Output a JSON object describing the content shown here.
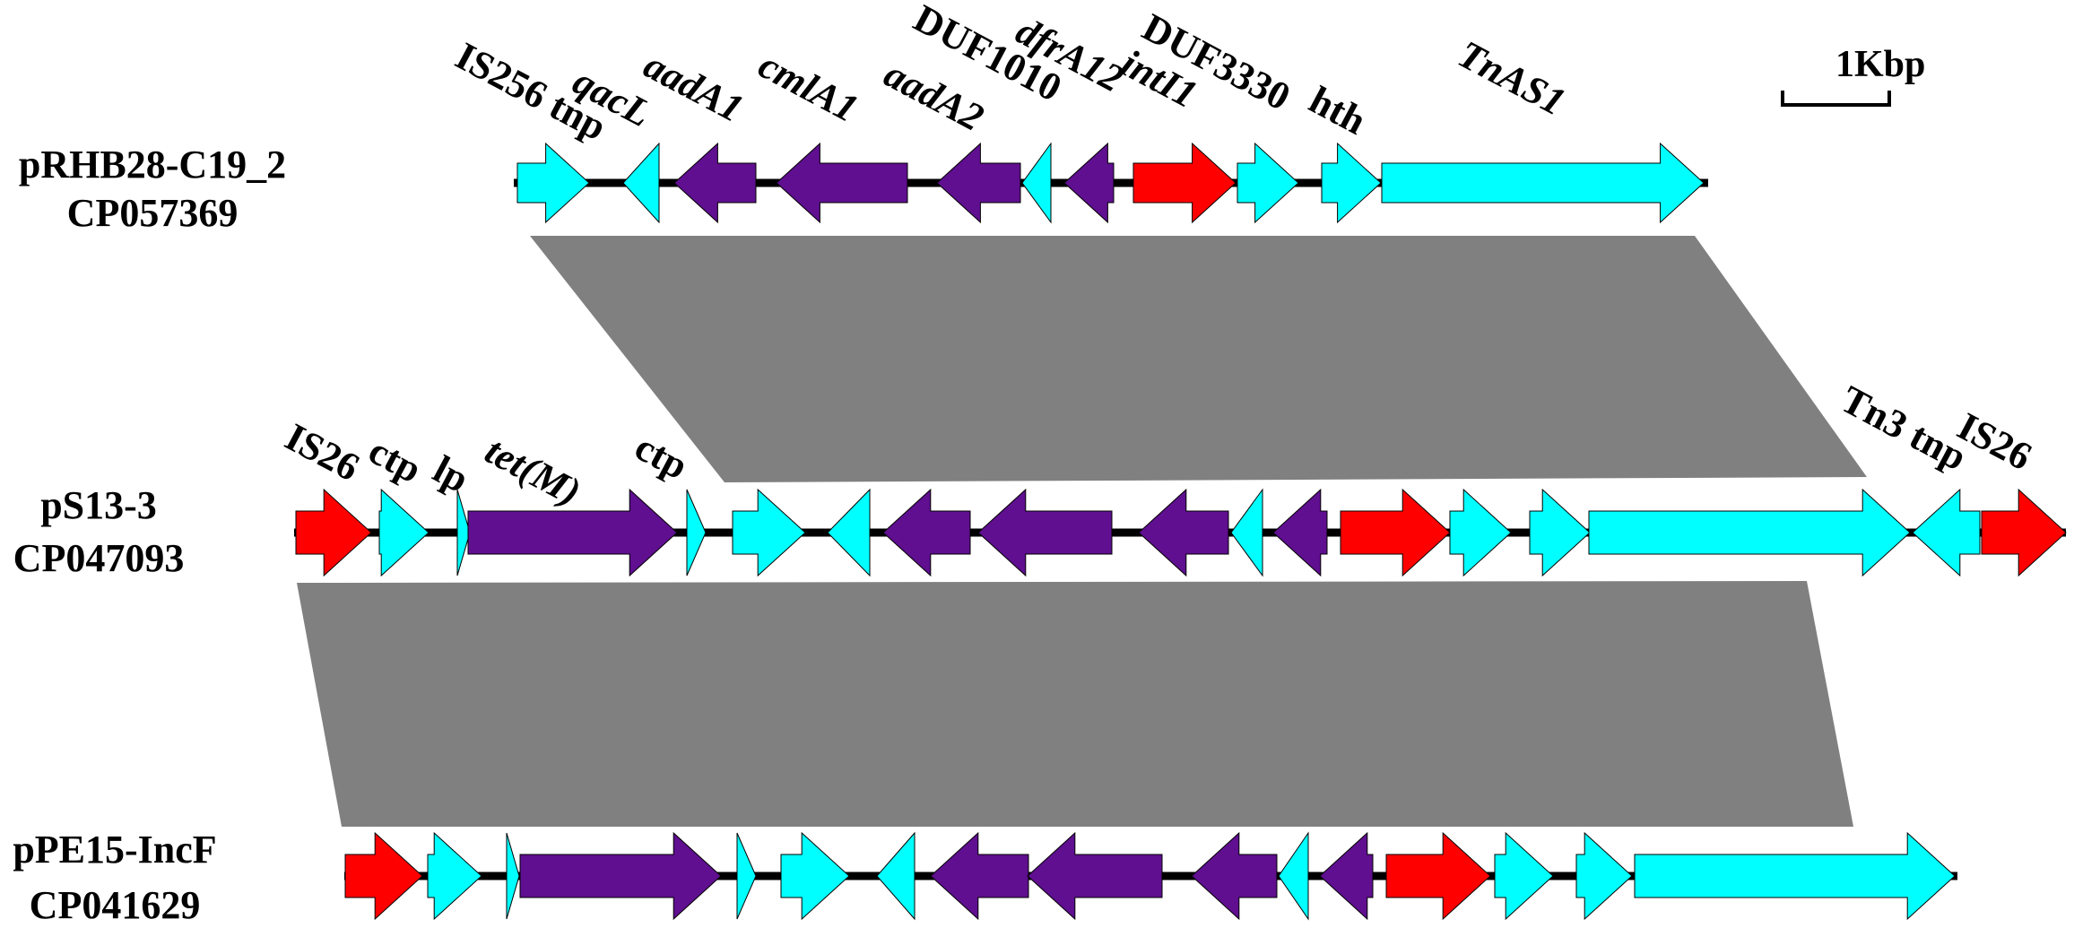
{
  "colors": {
    "mobile_element": "#00FFFF",
    "resistance_gene": "#5F0F8F",
    "integrase_is": "#FF0000",
    "homology_block": "#808080",
    "backbone": "#000000"
  },
  "scale_bar": {
    "label": "1Kbp"
  },
  "tracks": [
    {
      "name": "pRHB28-C19_2",
      "accession": "CP057369",
      "genes": [
        {
          "label": "IS256 tnp",
          "italic": false,
          "color": "mobile_element",
          "dir": "right"
        },
        {
          "label": "qacL",
          "italic": true,
          "color": "mobile_element",
          "dir": "left"
        },
        {
          "label": "aadA1",
          "italic": true,
          "color": "resistance_gene",
          "dir": "left"
        },
        {
          "label": "cmlA1",
          "italic": true,
          "color": "resistance_gene",
          "dir": "left"
        },
        {
          "label": "aadA2",
          "italic": true,
          "color": "resistance_gene",
          "dir": "left"
        },
        {
          "label": "DUF1010",
          "italic": false,
          "color": "mobile_element",
          "dir": "left"
        },
        {
          "label": "dfrA12",
          "italic": true,
          "color": "resistance_gene",
          "dir": "left"
        },
        {
          "label": "intI1",
          "italic": true,
          "color": "integrase_is",
          "dir": "right"
        },
        {
          "label": "DUF3330",
          "italic": false,
          "color": "mobile_element",
          "dir": "right"
        },
        {
          "label": "hth",
          "italic": false,
          "color": "mobile_element",
          "dir": "right"
        },
        {
          "label": "TnAS1",
          "italic": true,
          "color": "mobile_element",
          "dir": "right"
        }
      ]
    },
    {
      "name": "pS13-3",
      "accession": "CP047093",
      "genes": [
        {
          "label": "IS26",
          "italic": false,
          "color": "integrase_is",
          "dir": "right"
        },
        {
          "label": "ctp",
          "italic": false,
          "color": "mobile_element",
          "dir": "right"
        },
        {
          "label": "lp",
          "italic": false,
          "color": "mobile_element",
          "dir": "right"
        },
        {
          "label": "tet(M)",
          "italic": true,
          "color": "resistance_gene",
          "dir": "right"
        },
        {
          "label": "ctp",
          "italic": false,
          "color": "mobile_element",
          "dir": "right"
        },
        {
          "label": "",
          "color": "mobile_element",
          "dir": "right"
        },
        {
          "label": "",
          "color": "mobile_element",
          "dir": "left"
        },
        {
          "label": "",
          "color": "resistance_gene",
          "dir": "left"
        },
        {
          "label": "",
          "color": "resistance_gene",
          "dir": "left"
        },
        {
          "label": "",
          "color": "resistance_gene",
          "dir": "left"
        },
        {
          "label": "",
          "color": "mobile_element",
          "dir": "left"
        },
        {
          "label": "",
          "color": "resistance_gene",
          "dir": "left"
        },
        {
          "label": "",
          "color": "integrase_is",
          "dir": "right"
        },
        {
          "label": "",
          "color": "mobile_element",
          "dir": "right"
        },
        {
          "label": "",
          "color": "mobile_element",
          "dir": "right"
        },
        {
          "label": "",
          "color": "mobile_element",
          "dir": "right"
        },
        {
          "label": "Tn3 tnp",
          "italic": false,
          "color": "mobile_element",
          "dir": "left"
        },
        {
          "label": "IS26",
          "italic": false,
          "color": "integrase_is",
          "dir": "right"
        }
      ]
    },
    {
      "name": "pPE15-IncF",
      "accession": "CP041629",
      "genes": [
        {
          "label": "",
          "color": "integrase_is",
          "dir": "right"
        },
        {
          "label": "",
          "color": "mobile_element",
          "dir": "right"
        },
        {
          "label": "",
          "color": "mobile_element",
          "dir": "right"
        },
        {
          "label": "",
          "color": "resistance_gene",
          "dir": "right"
        },
        {
          "label": "",
          "color": "mobile_element",
          "dir": "right"
        },
        {
          "label": "",
          "color": "mobile_element",
          "dir": "right"
        },
        {
          "label": "",
          "color": "mobile_element",
          "dir": "left"
        },
        {
          "label": "",
          "color": "resistance_gene",
          "dir": "left"
        },
        {
          "label": "",
          "color": "resistance_gene",
          "dir": "left"
        },
        {
          "label": "",
          "color": "resistance_gene",
          "dir": "left"
        },
        {
          "label": "",
          "color": "mobile_element",
          "dir": "left"
        },
        {
          "label": "",
          "color": "resistance_gene",
          "dir": "left"
        },
        {
          "label": "",
          "color": "integrase_is",
          "dir": "right"
        },
        {
          "label": "",
          "color": "mobile_element",
          "dir": "right"
        },
        {
          "label": "",
          "color": "mobile_element",
          "dir": "right"
        },
        {
          "label": "",
          "color": "mobile_element",
          "dir": "right"
        }
      ]
    }
  ]
}
